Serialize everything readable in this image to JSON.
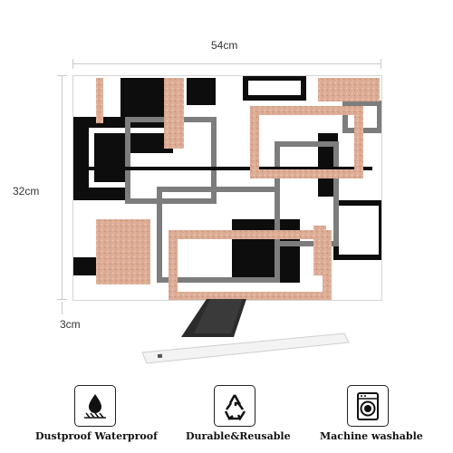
{
  "dimensions": {
    "width_label": "54cm",
    "height_label": "32cm",
    "depth_label": "3cm"
  },
  "features": [
    {
      "label": "Dustproof Waterproof",
      "icon": "water-drop-icon"
    },
    {
      "label": "Durable&Reusable",
      "icon": "recycle-icon"
    },
    {
      "label": "Machine washable",
      "icon": "washing-machine-icon"
    }
  ],
  "colors": {
    "rose_gold": "#d9a892",
    "black": "#0d0d0d",
    "gray": "#7d7d7d"
  }
}
